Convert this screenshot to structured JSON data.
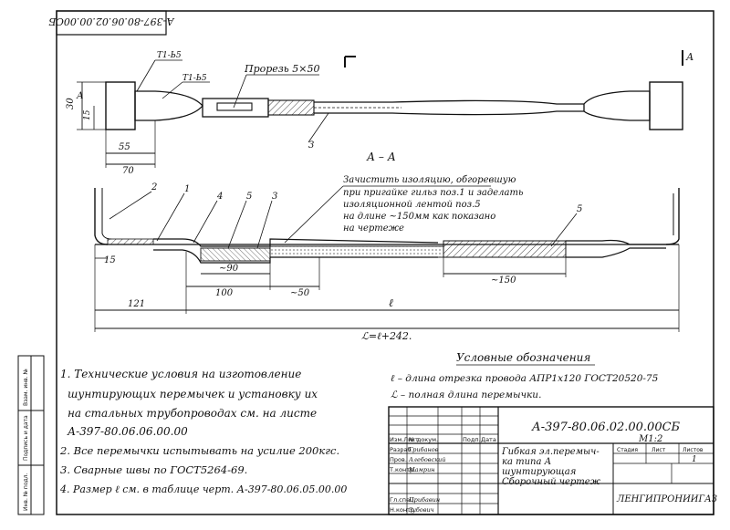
{
  "drawing": {
    "top_code_mirrored": "А-397-80.06.02.00.00СБ",
    "section_mark": "А",
    "labels": {
      "t1_top": "Т1-Ь5",
      "t1_bottom": "Т1-Ь5",
      "slot": "Прорезь 5×50",
      "part3_top": "3",
      "dim_30": "30",
      "dim_15_top": "15",
      "dim_55": "55",
      "dim_70": "70",
      "section_title": "А – А",
      "note_line1": "Зачистить изоляцию, обгоревшую",
      "note_line2": "при пригайке гильз поз.1 и заделать",
      "note_line3": "изоляционной лентой поз.5",
      "note_line4": "на длине ~150мм как показано",
      "note_line5": "на чертеже",
      "pos_2": "2",
      "pos_1": "1",
      "pos_4": "4",
      "pos_5": "5",
      "pos_3": "3",
      "pos_5_right": "5",
      "dim_15_left": "15",
      "dim_90": "~90",
      "dim_100": "100",
      "dim_50": "~50",
      "dim_150": "~150",
      "dim_121": "121",
      "dim_l": "ℓ",
      "dim_L": "ℒ=ℓ+242."
    }
  },
  "notes": [
    "1. Технические условия на изготовление",
    "шунтирующих перемычек и установку их",
    "на стальных трубопроводах см. на листе",
    "А-397-80.06.06.00.00",
    "2. Все перемычки испытывать на усилие 200кгс.",
    "3. Сварные швы по ГОСТ5264-69.",
    "4. Размер ℓ см. в таблице черт. А-397-80.06.05.00.00"
  ],
  "legend": {
    "title": "Условные обозначения",
    "l_def": "ℓ – длина отрезка провода АПР1х120 ГОСТ20520-75",
    "L_def": "ℒ – полная длина перемычки."
  },
  "title_block": {
    "code": "А-397-80.06.02.00.00СБ",
    "name_line1": "Гибкая эл.перемыч-",
    "name_line2": "ка типа А",
    "name_line3": "шунтирующая",
    "name_line4": "Сборочный чертеж",
    "mass_scale": "М1:2",
    "stage_label": "Стадия",
    "sheet_label": "Лист",
    "sheets_label": "Листов",
    "sheets_value": "1",
    "org": "ЛЕНГИПРОНИИГАЗ",
    "rows": [
      {
        "role": "Изм.Лист",
        "name": "№ докум.",
        "sign": "Подп.",
        "date": "Дата"
      },
      {
        "role": "Разраб.",
        "name": "Грибанов",
        "sign": "",
        "date": ""
      },
      {
        "role": "Пров.",
        "name": "Алебовский",
        "sign": "",
        "date": ""
      },
      {
        "role": "Т.контр.",
        "name": "Мамрин",
        "sign": "",
        "date": ""
      },
      {
        "role": "Гл.спец.",
        "name": "Прибавин",
        "sign": "",
        "date": ""
      },
      {
        "role": "Н.контр.",
        "name": "Зубович",
        "sign": "",
        "date": ""
      }
    ]
  },
  "side_stamp": {
    "col1": "Инв. № подл.",
    "col2": "Подпись и дата",
    "col3": "Взам. инв. №"
  }
}
